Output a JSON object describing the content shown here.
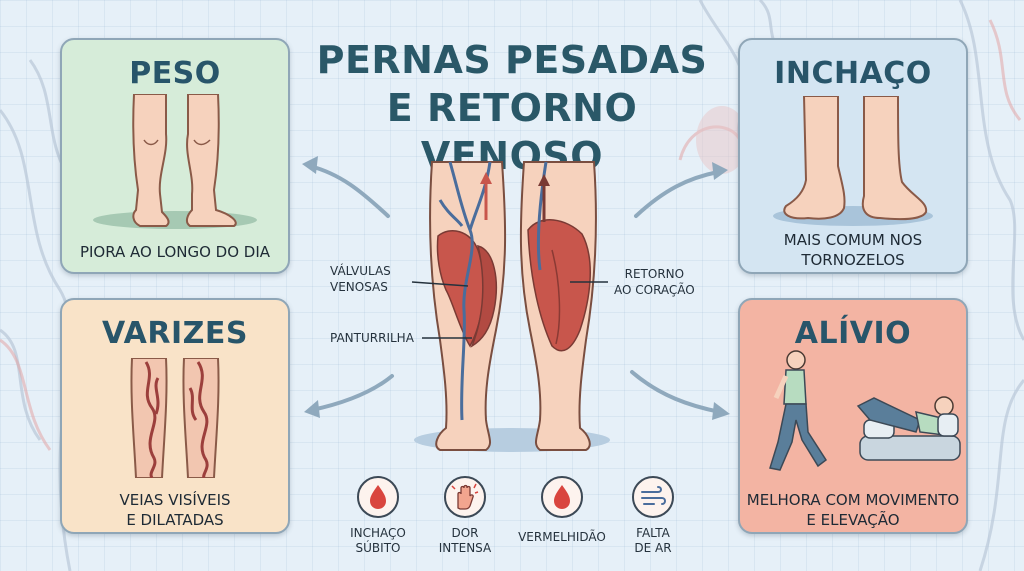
{
  "title": {
    "line1": "PERNAS PESADAS",
    "line2": "E RETORNO VENOSO"
  },
  "cards": {
    "peso": {
      "title": "PESO",
      "caption": "PIORA AO LONGO DO DIA",
      "color": "#d6ecd9"
    },
    "inchaco": {
      "title": "INCHAÇO",
      "caption_line1": "MAIS COMUM NOS",
      "caption_line2": "TORNOZELOS",
      "color": "#d4e5f2"
    },
    "varizes": {
      "title": "VARIZES",
      "caption_line1": "VEIAS VISÍVEIS",
      "caption_line2": "E DILATADAS",
      "color": "#f9e3c8"
    },
    "alivio": {
      "title": "ALÍVIO",
      "caption_line1": "MELHORA COM MOVIMENTO",
      "caption_line2": "E ELEVAÇÃO",
      "color": "#f3b4a3"
    }
  },
  "labels": {
    "valvulas_line1": "VÁLVULAS",
    "valvulas_line2": "VENOSAS",
    "panturrilha": "PANTURRILHA",
    "retorno_line1": "RETORNO",
    "retorno_line2": "AO CORAÇÃO"
  },
  "warnings": [
    {
      "icon": "blood-drop-icon",
      "line1": "INCHAÇO",
      "line2": "SÚBITO"
    },
    {
      "icon": "pain-hand-icon",
      "line1": "DOR",
      "line2": "INTENSA"
    },
    {
      "icon": "blood-drop-icon",
      "line1": "VERMELHIDÃO",
      "line2": ""
    },
    {
      "icon": "wind-icon",
      "line1": "FALTA",
      "line2": "DE AR"
    }
  ],
  "colors": {
    "title": "#2a5868",
    "skin": "#f6d2bd",
    "muscle": "#c8564c",
    "vein": "#4a6d9c",
    "drop": "#d9453e"
  }
}
